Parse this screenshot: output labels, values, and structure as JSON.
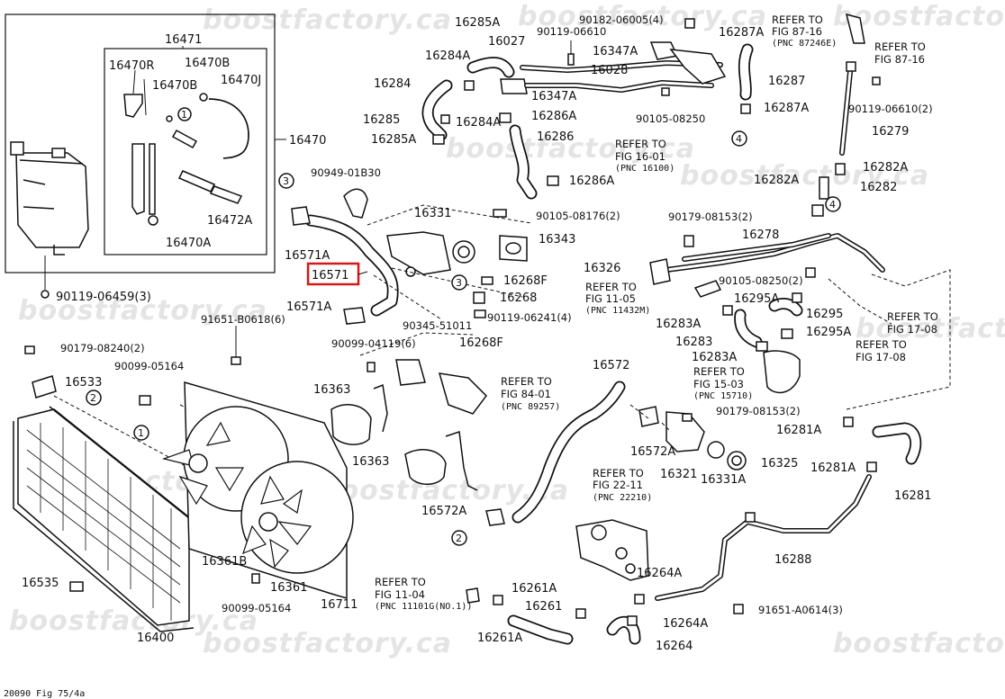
{
  "watermark": "boostfactory.ca",
  "colors": {
    "highlight": "#d11a1a",
    "line": "#111111",
    "watermark": "#e4e4e4"
  },
  "labels": {
    "p16471": "16471",
    "p16470R": "16470R",
    "p16470B_a": "16470B",
    "p16470B_b": "16470B",
    "p16470J": "16470J",
    "p16470": "16470",
    "p16472A": "16472A",
    "p16470A": "16470A",
    "b90119_06459": "90119-06459(3)",
    "p16285A_top": "16285A",
    "p16284A_top": "16284A",
    "p16027": "16027",
    "p16284": "16284",
    "p16285": "16285",
    "p16284A_mid": "16284A",
    "p16285A_mid": "16285A",
    "b90119_06610_top": "90119-06610",
    "p16347A_top": "16347A",
    "p16028": "16028",
    "p16347A_mid": "16347A",
    "p16286A_top": "16286A",
    "p16286": "16286",
    "p16286A_low": "16286A",
    "b90182_06005": "90182-06005(4)",
    "p16287A_top": "16287A",
    "p16287": "16287",
    "p16287A_mid": "16287A",
    "b90105_08250_top": "90105-08250",
    "ref87_16_a": "REFER TO",
    "ref87_16_a2": "FIG 87-16",
    "ref87_16_a3": "(PNC 87246E)",
    "ref87_16_b": "REFER TO",
    "ref87_16_b2": "FIG 87-16",
    "b90119_06610_2": "90119-06610(2)",
    "p16279": "16279",
    "p16282A_top": "16282A",
    "p16282": "16282",
    "p16282A_left": "16282A",
    "ref16_01": "REFER TO",
    "ref16_01b": "FIG 16-01",
    "ref16_01c": "(PNC 16100)",
    "b90949_01B30": "90949-01B30",
    "p16331": "16331",
    "b90105_08176": "90105-08176(2)",
    "p16343": "16343",
    "p16571A_top": "16571A",
    "p16571": "16571",
    "p16571A_low": "16571A",
    "b90345_51011": "90345-51011",
    "p16268F_top": "16268F",
    "p16268": "16268",
    "b90119_06241": "90119-06241(4)",
    "p16268F_low": "16268F",
    "b90179_08153_2": "90179-08153(2)",
    "p16278": "16278",
    "p16326": "16326",
    "ref11_05": "REFER TO",
    "ref11_05b": "FIG 11-05",
    "ref11_05c": "(PNC 11432M)",
    "b90105_08250_2": "90105-08250(2)",
    "p16295A_top": "16295A",
    "p16295": "16295",
    "p16295A_low": "16295A",
    "p16283A_top": "16283A",
    "p16283": "16283",
    "p16283A_low": "16283A",
    "ref15_03": "REFER TO",
    "ref15_03b": "FIG 15-03",
    "ref15_03c": "(PNC 15710)",
    "ref17_08a": "REFER TO",
    "ref17_08a2": "FIG 17-08",
    "ref17_08b": "REFER TO",
    "ref17_08b2": "FIG 17-08",
    "b91651_B0618": "91651-B0618(6)",
    "b90179_08240": "90179-08240(2)",
    "b90099_05164_top": "90099-05164",
    "p16533": "16533",
    "b90099_04119": "90099-04119(6)",
    "p16363_top": "16363",
    "ref84_01": "REFER TO",
    "ref84_01b": "FIG 84-01",
    "ref84_01c": "(PNC 89257)",
    "p16572": "16572",
    "b90179_08153_low": "90179-08153(2)",
    "p16281A_top": "16281A",
    "p16572A_mid": "16572A",
    "p16321": "16321",
    "p16331A": "16331A",
    "p16325": "16325",
    "p16281A_low": "16281A",
    "p16281": "16281",
    "p16363_low": "16363",
    "ref22_11": "REFER TO",
    "ref22_11b": "FIG 22-11",
    "ref22_11c": "(PNC 22210)",
    "p16572A_low": "16572A",
    "p16288": "16288",
    "p16264A_top": "16264A",
    "p16361B": "16361B",
    "p16361": "16361",
    "p16711": "16711",
    "p16535": "16535",
    "b90099_05164_low": "90099-05164",
    "ref11_04": "REFER TO",
    "ref11_04b": "FIG 11-04",
    "ref11_04c": "(PNC 11101G(NO.1))",
    "p16261A_top": "16261A",
    "p16261": "16261",
    "p16264A_low": "16264A",
    "b91651_A0614": "91651-A0614(3)",
    "p16400": "16400",
    "p16261A_low": "16261A",
    "p16264": "16264",
    "footer_text": "20090 Fig 75/4a"
  },
  "markers": {
    "m1_tank": "1",
    "m1_radiator": "1",
    "m2_radiator": "2",
    "m2_hose": "2",
    "m3_clamp": "3",
    "m3_union": "3",
    "m4_top": "4",
    "m4_pipe": "4"
  }
}
